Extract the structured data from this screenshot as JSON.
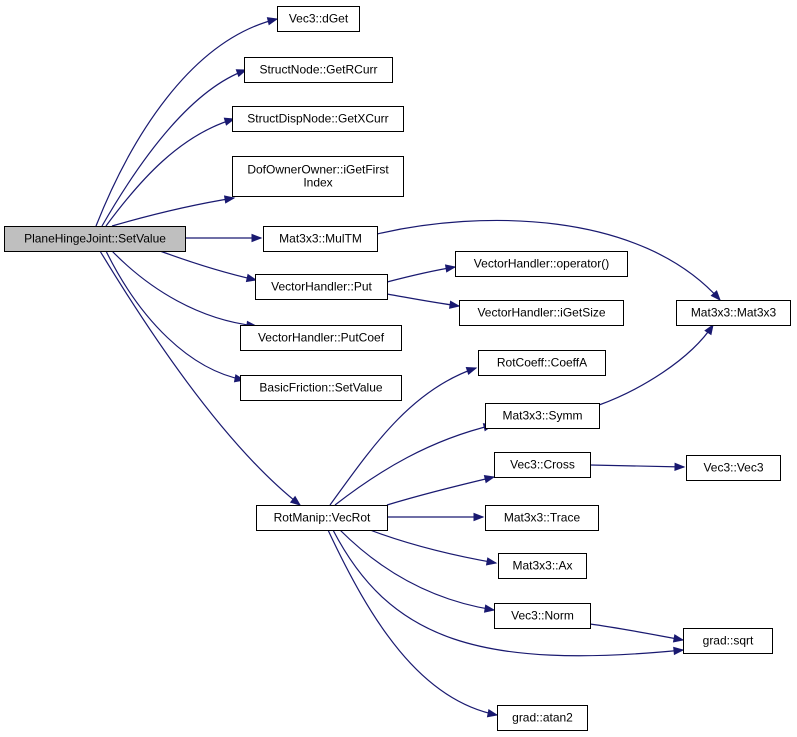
{
  "diagram": {
    "type": "call-graph",
    "edge_color": "#191970",
    "root_fill": "#bfbfbf",
    "node_fill": "#ffffff",
    "nodes": {
      "root": [
        "PlaneHingeJoint::SetValue"
      ],
      "vec3_dget": [
        "Vec3::dGet"
      ],
      "structnode_getrcurr": [
        "StructNode::GetRCurr"
      ],
      "structdispnode_getxcurr": [
        "StructDispNode::GetXCurr"
      ],
      "dofownerowner_igetfirstindex": [
        "DofOwnerOwner::iGetFirst",
        "Index"
      ],
      "mat3x3_multm": [
        "Mat3x3::MulTM"
      ],
      "vectorhandler_put": [
        "VectorHandler::Put"
      ],
      "vectorhandler_putcoef": [
        "VectorHandler::PutCoef"
      ],
      "basicfriction_setvalue": [
        "BasicFriction::SetValue"
      ],
      "rotmanip_vecrot": [
        "RotManip::VecRot"
      ],
      "vectorhandler_operator": [
        "VectorHandler::operator()"
      ],
      "vectorhandler_igetsize": [
        "VectorHandler::iGetSize"
      ],
      "mat3x3_mat3x3": [
        "Mat3x3::Mat3x3"
      ],
      "rotcoeff_coeffa": [
        "RotCoeff::CoeffA"
      ],
      "mat3x3_symm": [
        "Mat3x3::Symm"
      ],
      "vec3_cross": [
        "Vec3::Cross"
      ],
      "vec3_vec3": [
        "Vec3::Vec3"
      ],
      "mat3x3_trace": [
        "Mat3x3::Trace"
      ],
      "mat3x3_ax": [
        "Mat3x3::Ax"
      ],
      "vec3_norm": [
        "Vec3::Norm"
      ],
      "grad_sqrt": [
        "grad::sqrt"
      ],
      "grad_atan2": [
        "grad::atan2"
      ]
    },
    "edges": [
      [
        "root",
        "vec3_dget"
      ],
      [
        "root",
        "structnode_getrcurr"
      ],
      [
        "root",
        "structdispnode_getxcurr"
      ],
      [
        "root",
        "dofownerowner_igetfirstindex"
      ],
      [
        "root",
        "mat3x3_multm"
      ],
      [
        "root",
        "vectorhandler_put"
      ],
      [
        "root",
        "vectorhandler_putcoef"
      ],
      [
        "root",
        "basicfriction_setvalue"
      ],
      [
        "root",
        "rotmanip_vecrot"
      ],
      [
        "mat3x3_multm",
        "mat3x3_mat3x3"
      ],
      [
        "vectorhandler_put",
        "vectorhandler_operator"
      ],
      [
        "vectorhandler_put",
        "vectorhandler_igetsize"
      ],
      [
        "rotmanip_vecrot",
        "rotcoeff_coeffa"
      ],
      [
        "rotmanip_vecrot",
        "mat3x3_symm"
      ],
      [
        "rotmanip_vecrot",
        "vec3_cross"
      ],
      [
        "rotmanip_vecrot",
        "mat3x3_trace"
      ],
      [
        "rotmanip_vecrot",
        "mat3x3_ax"
      ],
      [
        "rotmanip_vecrot",
        "vec3_norm"
      ],
      [
        "rotmanip_vecrot",
        "grad_sqrt"
      ],
      [
        "rotmanip_vecrot",
        "grad_atan2"
      ],
      [
        "mat3x3_symm",
        "mat3x3_mat3x3"
      ],
      [
        "vec3_cross",
        "vec3_vec3"
      ],
      [
        "vec3_norm",
        "grad_sqrt"
      ]
    ]
  }
}
